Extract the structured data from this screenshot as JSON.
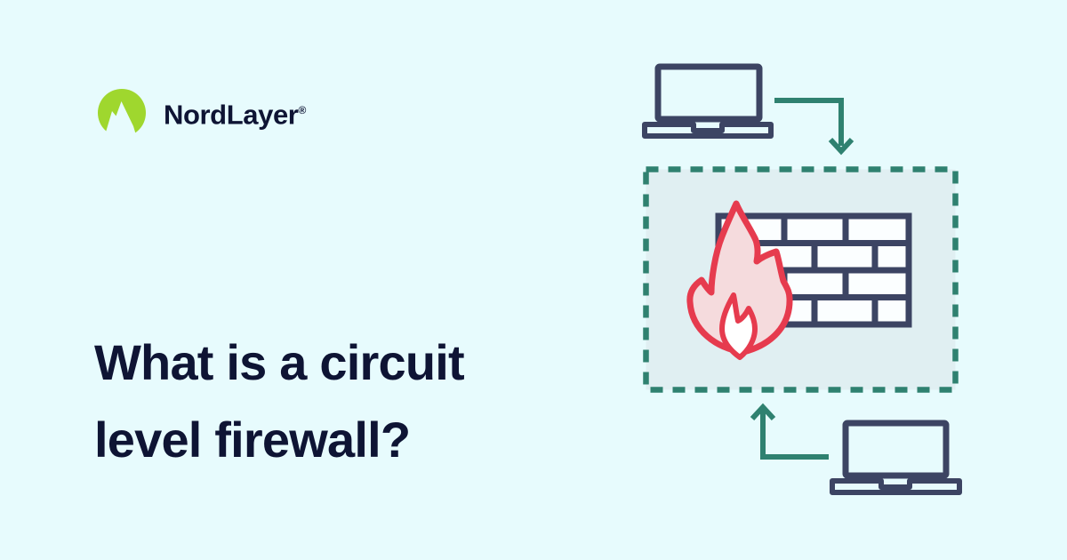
{
  "colors": {
    "background": "#E7FBFD",
    "headline_text": "#0E1434",
    "brand_text": "#0E1434",
    "logo_green": "#9FD72E",
    "icon_navy": "#3C4463",
    "teal_accent": "#2F8170",
    "flame_red": "#E63B4E",
    "flame_pink": "#F5DBDD",
    "box_fill": "#E0EFF2",
    "brick_fill": "#FBFEFF"
  },
  "brand": {
    "name": "NordLayer",
    "registered_mark": "®"
  },
  "headline": {
    "line1": "What is a circuit",
    "line2": "level firewall?"
  },
  "illustration": {
    "description": "Two laptops exchanging traffic through a dashed firewall zone containing a flame and brick wall",
    "icons": [
      "laptop-icon",
      "arrow-into-firewall-icon",
      "firewall-zone-dashed-box",
      "brick-wall-icon",
      "flame-icon",
      "arrow-from-laptop-icon",
      "laptop-icon"
    ]
  }
}
